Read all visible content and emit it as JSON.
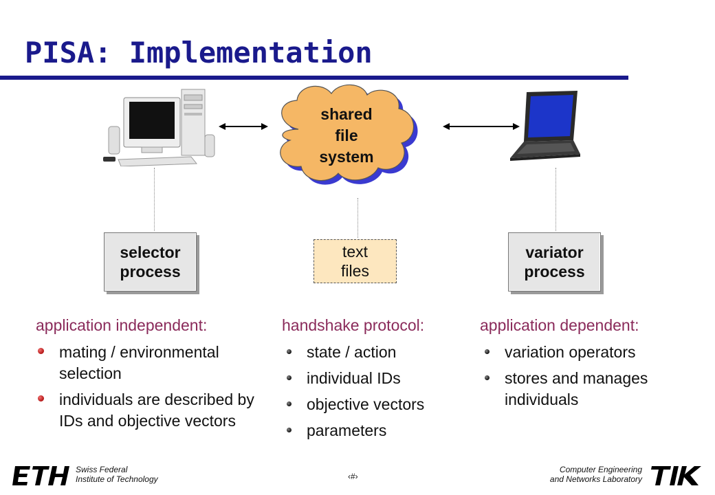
{
  "slide": {
    "title": "PISA: Implementation",
    "shared_fs": [
      "shared",
      "file",
      "system"
    ],
    "selector": [
      "selector",
      "process"
    ],
    "text_files": [
      "text",
      "files"
    ],
    "variator": [
      "variator",
      "process"
    ],
    "columns": {
      "left": {
        "heading": "application independent:",
        "items": [
          "mating / environmental selection",
          "individuals are described by IDs and objective vectors"
        ]
      },
      "middle": {
        "heading": "handshake protocol:",
        "items": [
          "state / action",
          "individual IDs",
          "objective vectors",
          "parameters"
        ]
      },
      "right": {
        "heading": "application dependent:",
        "items": [
          "variation operators",
          "stores and manages individuals"
        ]
      }
    },
    "footer": {
      "left_line1": "Swiss Federal",
      "left_line2": "Institute of Technology",
      "page_number": "‹#›",
      "right_line1": "Computer Engineering",
      "right_line2": "and Networks Laboratory",
      "eth_logo": "ETH",
      "tik_logo": "TIK"
    }
  },
  "colors": {
    "title": "#1a1a8c",
    "heading": "#8a2a5a",
    "cloud": "#f5b765",
    "text_files_bg": "#fde7bf"
  }
}
